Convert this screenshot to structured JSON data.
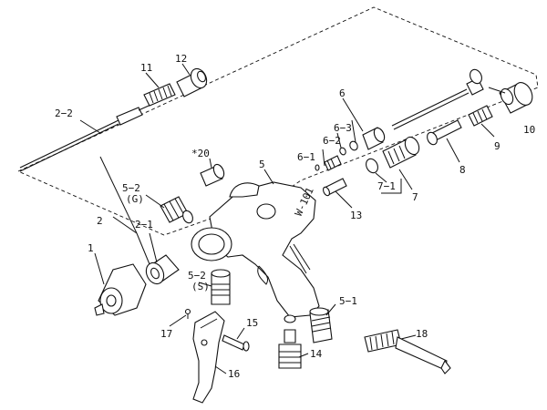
{
  "labels": {
    "p1": "1",
    "p2": "2",
    "p2_1": "2−1",
    "p2_2": "2−2",
    "p5": "5",
    "p5_1": "5−1",
    "p5_2g": "5−2",
    "p5_2g_sub": "(G)",
    "p5_2s": "5−2",
    "p5_2s_sub": "(S)",
    "p6": "6",
    "p6_1": "6−1",
    "p6_2": "6−2",
    "p6_3": "6−3",
    "p7": "7",
    "p7_1": "7−1",
    "p8": "8",
    "p9": "9",
    "p10": "10",
    "p11": "11",
    "p12": "12",
    "p13": "13",
    "p14": "14",
    "p15": "15",
    "p16": "16",
    "p17": "17",
    "p18": "18",
    "p20": "*20"
  },
  "gun_marking": "W-101"
}
